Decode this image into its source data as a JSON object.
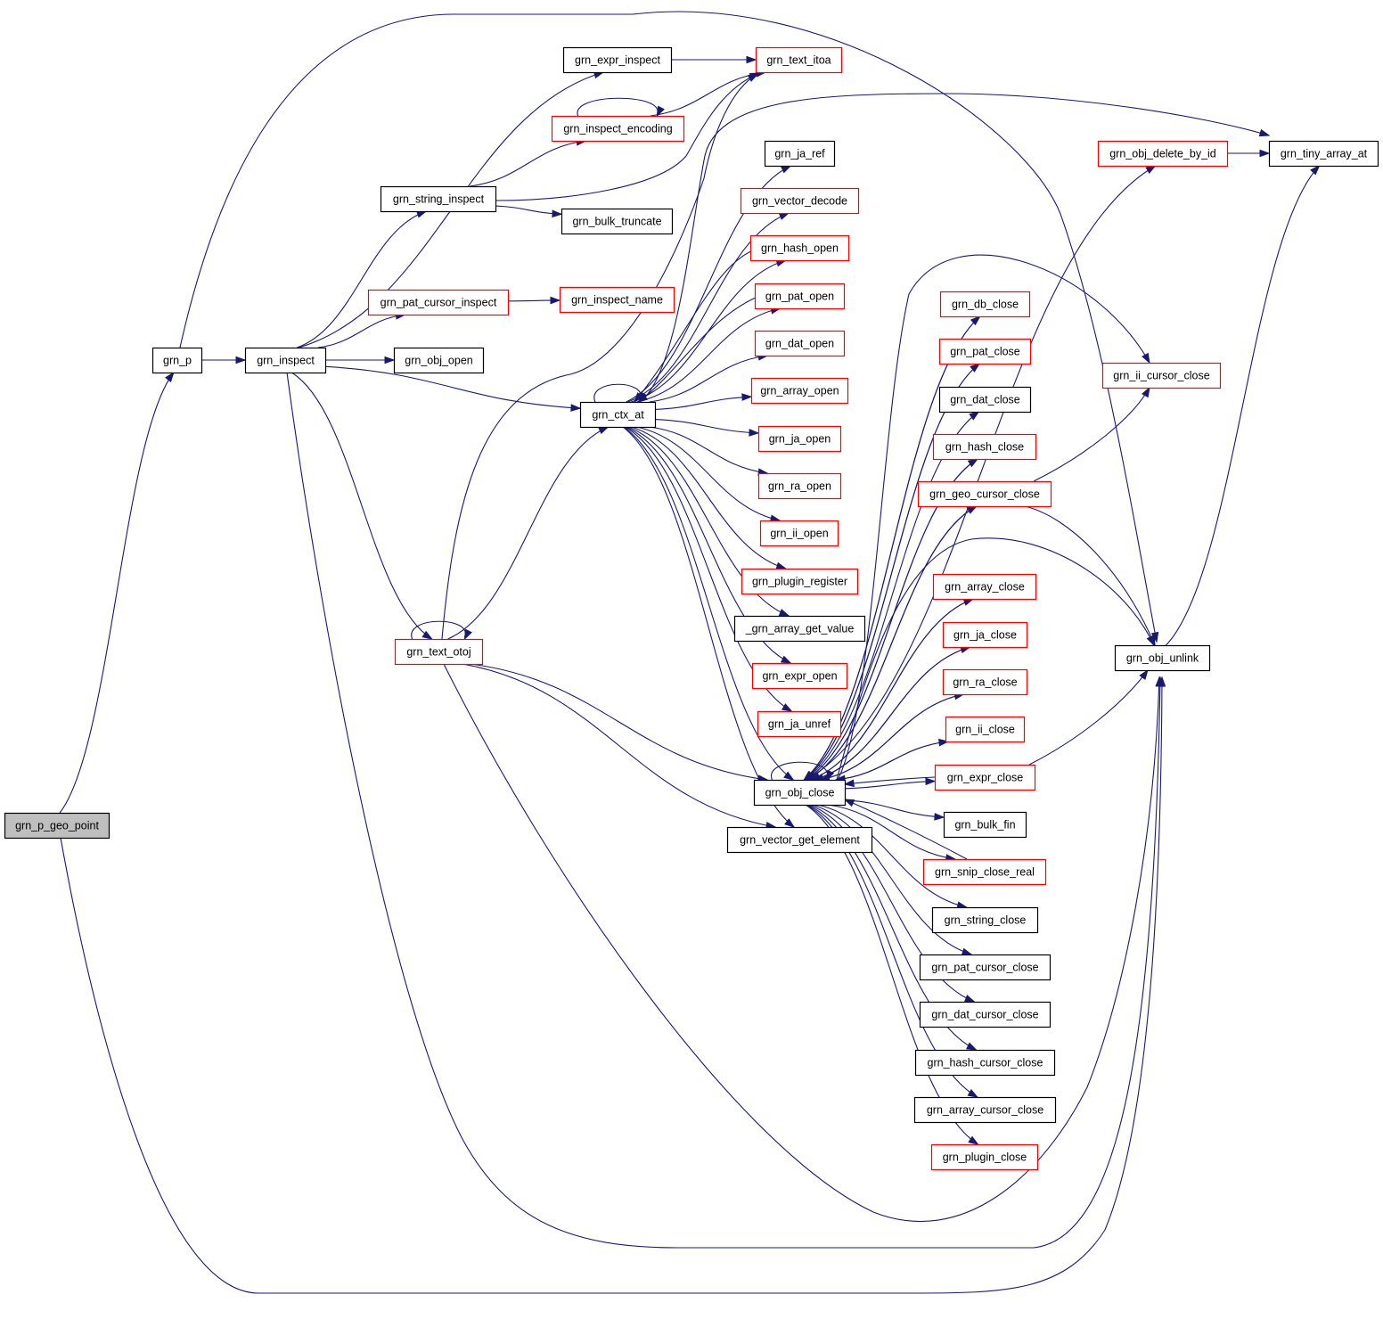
{
  "colors": {
    "edge": "#191970",
    "node_border_default": "#000000",
    "node_border_incomplete": "#ff0000",
    "node_fill_default": "#ffffff",
    "node_fill_root": "#bfbfbf"
  },
  "graph": {
    "nodes": [
      {
        "id": "grn_p_geo_point",
        "label": "grn_p_geo_point",
        "style": "root"
      },
      {
        "id": "grn_p",
        "label": "grn_p",
        "style": "default"
      },
      {
        "id": "grn_inspect",
        "label": "grn_inspect",
        "style": "default"
      },
      {
        "id": "grn_expr_inspect",
        "label": "grn_expr_inspect",
        "style": "default"
      },
      {
        "id": "grn_text_itoa",
        "label": "grn_text_itoa",
        "style": "red"
      },
      {
        "id": "grn_inspect_encoding",
        "label": "grn_inspect_encoding",
        "style": "red"
      },
      {
        "id": "grn_string_inspect",
        "label": "grn_string_inspect",
        "style": "default"
      },
      {
        "id": "grn_bulk_truncate",
        "label": "grn_bulk_truncate",
        "style": "default"
      },
      {
        "id": "grn_pat_cursor_inspect",
        "label": "grn_pat_cursor_inspect",
        "style": "red"
      },
      {
        "id": "grn_inspect_name",
        "label": "grn_inspect_name",
        "style": "red"
      },
      {
        "id": "grn_obj_open",
        "label": "grn_obj_open",
        "style": "default"
      },
      {
        "id": "grn_ctx_at",
        "label": "grn_ctx_at",
        "style": "default"
      },
      {
        "id": "grn_text_otoj",
        "label": "grn_text_otoj",
        "style": "red"
      },
      {
        "id": "grn_ja_ref",
        "label": "grn_ja_ref",
        "style": "default"
      },
      {
        "id": "grn_vector_decode",
        "label": "grn_vector_decode",
        "style": "red"
      },
      {
        "id": "grn_hash_open",
        "label": "grn_hash_open",
        "style": "red"
      },
      {
        "id": "grn_pat_open",
        "label": "grn_pat_open",
        "style": "red"
      },
      {
        "id": "grn_dat_open",
        "label": "grn_dat_open",
        "style": "red"
      },
      {
        "id": "grn_array_open",
        "label": "grn_array_open",
        "style": "red"
      },
      {
        "id": "grn_ja_open",
        "label": "grn_ja_open",
        "style": "red"
      },
      {
        "id": "grn_ra_open",
        "label": "grn_ra_open",
        "style": "red"
      },
      {
        "id": "grn_ii_open",
        "label": "grn_ii_open",
        "style": "red"
      },
      {
        "id": "grn_plugin_register",
        "label": "grn_plugin_register",
        "style": "red"
      },
      {
        "id": "_grn_array_get_value",
        "label": "_grn_array_get_value",
        "style": "default"
      },
      {
        "id": "grn_expr_open",
        "label": "grn_expr_open",
        "style": "red"
      },
      {
        "id": "grn_ja_unref",
        "label": "grn_ja_unref",
        "style": "red"
      },
      {
        "id": "grn_obj_close",
        "label": "grn_obj_close",
        "style": "default"
      },
      {
        "id": "grn_vector_get_element",
        "label": "grn_vector_get_element",
        "style": "default"
      },
      {
        "id": "grn_obj_delete_by_id",
        "label": "grn_obj_delete_by_id",
        "style": "red"
      },
      {
        "id": "grn_tiny_array_at",
        "label": "grn_tiny_array_at",
        "style": "default"
      },
      {
        "id": "grn_db_close",
        "label": "grn_db_close",
        "style": "red"
      },
      {
        "id": "grn_pat_close",
        "label": "grn_pat_close",
        "style": "red"
      },
      {
        "id": "grn_ii_cursor_close",
        "label": "grn_ii_cursor_close",
        "style": "red"
      },
      {
        "id": "grn_dat_close",
        "label": "grn_dat_close",
        "style": "default"
      },
      {
        "id": "grn_hash_close",
        "label": "grn_hash_close",
        "style": "red"
      },
      {
        "id": "grn_geo_cursor_close",
        "label": "grn_geo_cursor_close",
        "style": "red"
      },
      {
        "id": "grn_array_close",
        "label": "grn_array_close",
        "style": "red"
      },
      {
        "id": "grn_ja_close",
        "label": "grn_ja_close",
        "style": "red"
      },
      {
        "id": "grn_obj_unlink",
        "label": "grn_obj_unlink",
        "style": "default"
      },
      {
        "id": "grn_ra_close",
        "label": "grn_ra_close",
        "style": "red"
      },
      {
        "id": "grn_ii_close",
        "label": "grn_ii_close",
        "style": "red"
      },
      {
        "id": "grn_expr_close",
        "label": "grn_expr_close",
        "style": "red"
      },
      {
        "id": "grn_bulk_fin",
        "label": "grn_bulk_fin",
        "style": "default"
      },
      {
        "id": "grn_snip_close_real",
        "label": "grn_snip_close_real",
        "style": "red"
      },
      {
        "id": "grn_string_close",
        "label": "grn_string_close",
        "style": "default"
      },
      {
        "id": "grn_pat_cursor_close",
        "label": "grn_pat_cursor_close",
        "style": "default"
      },
      {
        "id": "grn_dat_cursor_close",
        "label": "grn_dat_cursor_close",
        "style": "default"
      },
      {
        "id": "grn_hash_cursor_close",
        "label": "grn_hash_cursor_close",
        "style": "default"
      },
      {
        "id": "grn_array_cursor_close",
        "label": "grn_array_cursor_close",
        "style": "default"
      },
      {
        "id": "grn_plugin_close",
        "label": "grn_plugin_close",
        "style": "red"
      }
    ],
    "edges": [
      [
        "grn_p_geo_point",
        "grn_p"
      ],
      [
        "grn_p_geo_point",
        "grn_obj_unlink"
      ],
      [
        "grn_p",
        "grn_inspect"
      ],
      [
        "grn_p",
        "grn_obj_unlink"
      ],
      [
        "grn_inspect",
        "grn_expr_inspect"
      ],
      [
        "grn_inspect",
        "grn_string_inspect"
      ],
      [
        "grn_inspect",
        "grn_pat_cursor_inspect"
      ],
      [
        "grn_inspect",
        "grn_obj_open"
      ],
      [
        "grn_inspect",
        "grn_ctx_at"
      ],
      [
        "grn_inspect",
        "grn_text_otoj"
      ],
      [
        "grn_inspect",
        "grn_obj_unlink"
      ],
      [
        "grn_expr_inspect",
        "grn_text_itoa"
      ],
      [
        "grn_inspect_encoding",
        "grn_inspect_encoding"
      ],
      [
        "grn_inspect_encoding",
        "grn_text_itoa"
      ],
      [
        "grn_string_inspect",
        "grn_inspect_encoding"
      ],
      [
        "grn_string_inspect",
        "grn_text_itoa"
      ],
      [
        "grn_string_inspect",
        "grn_bulk_truncate"
      ],
      [
        "grn_pat_cursor_inspect",
        "grn_inspect_name"
      ],
      [
        "grn_text_otoj",
        "grn_text_otoj"
      ],
      [
        "grn_text_otoj",
        "grn_text_itoa"
      ],
      [
        "grn_text_otoj",
        "grn_ctx_at"
      ],
      [
        "grn_text_otoj",
        "grn_obj_close"
      ],
      [
        "grn_text_otoj",
        "grn_vector_get_element"
      ],
      [
        "grn_text_otoj",
        "grn_obj_unlink"
      ],
      [
        "grn_ctx_at",
        "grn_ctx_at"
      ],
      [
        "grn_ctx_at",
        "grn_ja_ref"
      ],
      [
        "grn_ctx_at",
        "grn_vector_decode"
      ],
      [
        "grn_ctx_at",
        "grn_hash_open"
      ],
      [
        "grn_ctx_at",
        "grn_pat_open"
      ],
      [
        "grn_ctx_at",
        "grn_dat_open"
      ],
      [
        "grn_ctx_at",
        "grn_array_open"
      ],
      [
        "grn_ctx_at",
        "grn_ja_open"
      ],
      [
        "grn_ctx_at",
        "grn_ra_open"
      ],
      [
        "grn_ctx_at",
        "grn_ii_open"
      ],
      [
        "grn_ctx_at",
        "grn_plugin_register"
      ],
      [
        "grn_ctx_at",
        "_grn_array_get_value"
      ],
      [
        "grn_ctx_at",
        "grn_expr_open"
      ],
      [
        "grn_ctx_at",
        "grn_ja_unref"
      ],
      [
        "grn_ctx_at",
        "grn_obj_close"
      ],
      [
        "grn_ctx_at",
        "grn_vector_get_element"
      ],
      [
        "grn_ctx_at",
        "grn_tiny_array_at"
      ],
      [
        "grn_hash_open",
        "grn_ctx_at"
      ],
      [
        "grn_pat_open",
        "grn_ctx_at"
      ],
      [
        "grn_obj_close",
        "grn_obj_close"
      ],
      [
        "grn_obj_close",
        "grn_obj_delete_by_id"
      ],
      [
        "grn_obj_close",
        "grn_db_close"
      ],
      [
        "grn_obj_close",
        "grn_pat_close"
      ],
      [
        "grn_obj_close",
        "grn_ii_cursor_close"
      ],
      [
        "grn_obj_close",
        "grn_dat_close"
      ],
      [
        "grn_obj_close",
        "grn_hash_close"
      ],
      [
        "grn_obj_close",
        "grn_geo_cursor_close"
      ],
      [
        "grn_obj_close",
        "grn_array_close"
      ],
      [
        "grn_obj_close",
        "grn_ja_close"
      ],
      [
        "grn_obj_close",
        "grn_ra_close"
      ],
      [
        "grn_obj_close",
        "grn_ii_close"
      ],
      [
        "grn_obj_close",
        "grn_expr_close"
      ],
      [
        "grn_obj_close",
        "grn_bulk_fin"
      ],
      [
        "grn_obj_close",
        "grn_snip_close_real"
      ],
      [
        "grn_obj_close",
        "grn_string_close"
      ],
      [
        "grn_obj_close",
        "grn_pat_cursor_close"
      ],
      [
        "grn_obj_close",
        "grn_dat_cursor_close"
      ],
      [
        "grn_obj_close",
        "grn_hash_cursor_close"
      ],
      [
        "grn_obj_close",
        "grn_array_cursor_close"
      ],
      [
        "grn_obj_close",
        "grn_plugin_close"
      ],
      [
        "grn_obj_close",
        "grn_obj_unlink"
      ],
      [
        "grn_obj_delete_by_id",
        "grn_tiny_array_at"
      ],
      [
        "grn_db_close",
        "grn_obj_close"
      ],
      [
        "grn_pat_close",
        "grn_obj_close"
      ],
      [
        "grn_hash_close",
        "grn_obj_close"
      ],
      [
        "grn_geo_cursor_close",
        "grn_ii_cursor_close"
      ],
      [
        "grn_geo_cursor_close",
        "grn_obj_unlink"
      ],
      [
        "grn_geo_cursor_close",
        "grn_obj_close"
      ],
      [
        "grn_array_close",
        "grn_obj_close"
      ],
      [
        "grn_ja_close",
        "grn_obj_close"
      ],
      [
        "grn_ra_close",
        "grn_obj_close"
      ],
      [
        "grn_ii_close",
        "grn_obj_close"
      ],
      [
        "grn_expr_close",
        "grn_obj_close"
      ],
      [
        "grn_expr_close",
        "grn_obj_unlink"
      ],
      [
        "grn_snip_close_real",
        "grn_obj_close"
      ],
      [
        "grn_obj_unlink",
        "grn_tiny_array_at"
      ]
    ]
  }
}
